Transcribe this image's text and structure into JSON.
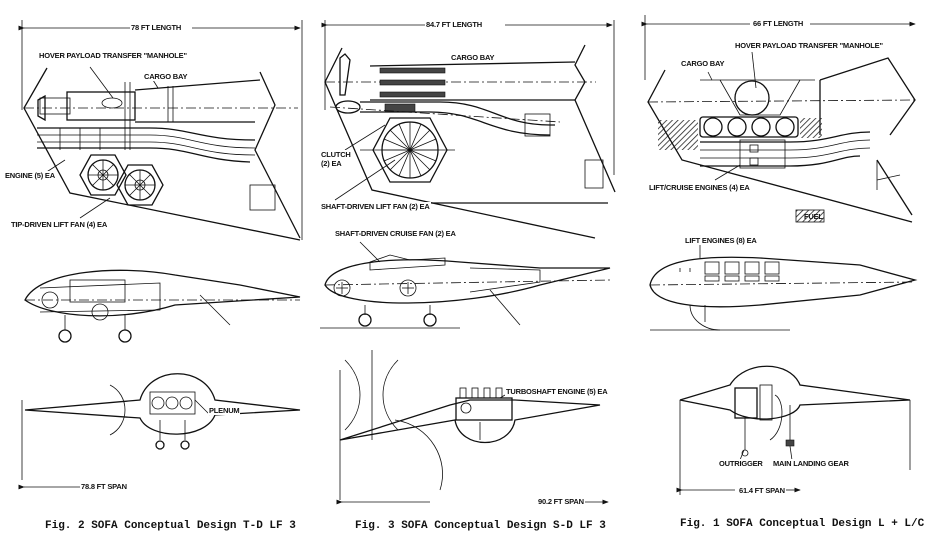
{
  "figures": [
    {
      "caption": "Fig. 2  SOFA Conceptual Design T-D LF 3",
      "length": "78 FT LENGTH",
      "span": "78.8 FT SPAN",
      "labels": {
        "manhole": "HOVER PAYLOAD TRANSFER \"MANHOLE\"",
        "cargo_bay": "CARGO BAY",
        "engine": "ENGINE (5) EA",
        "lift_fan": "TIP-DRIVEN LIFT FAN (4) EA",
        "plenum": "PLENUM"
      }
    },
    {
      "caption": "Fig. 3  SOFA Conceptual Design S-D LF 3",
      "length": "84.7 FT LENGTH",
      "span": "90.2 FT SPAN",
      "labels": {
        "cargo_bay": "CARGO BAY",
        "clutch": "CLUTCH",
        "clutch_count": "(2) EA",
        "lift_fan": "SHAFT-DRIVEN LIFT FAN (2) EA",
        "cruise_fan": "SHAFT-DRIVEN CRUISE FAN (2) EA",
        "turboshaft": "TURBOSHAFT ENGINE (5) EA"
      }
    },
    {
      "caption": "Fig. 1  SOFA Conceptual Design L + L/C 5",
      "length": "66 FT LENGTH",
      "span": "61.4 FT SPAN",
      "labels": {
        "manhole": "HOVER PAYLOAD TRANSFER \"MANHOLE\"",
        "cargo_bay": "CARGO BAY",
        "lift_cruise": "LIFT/CRUISE ENGINES (4) EA",
        "fuel": "FUEL",
        "lift_engines": "LIFT ENGINES (8) EA",
        "outrigger": "OUTRIGGER",
        "main_gear": "MAIN LANDING GEAR"
      }
    }
  ]
}
